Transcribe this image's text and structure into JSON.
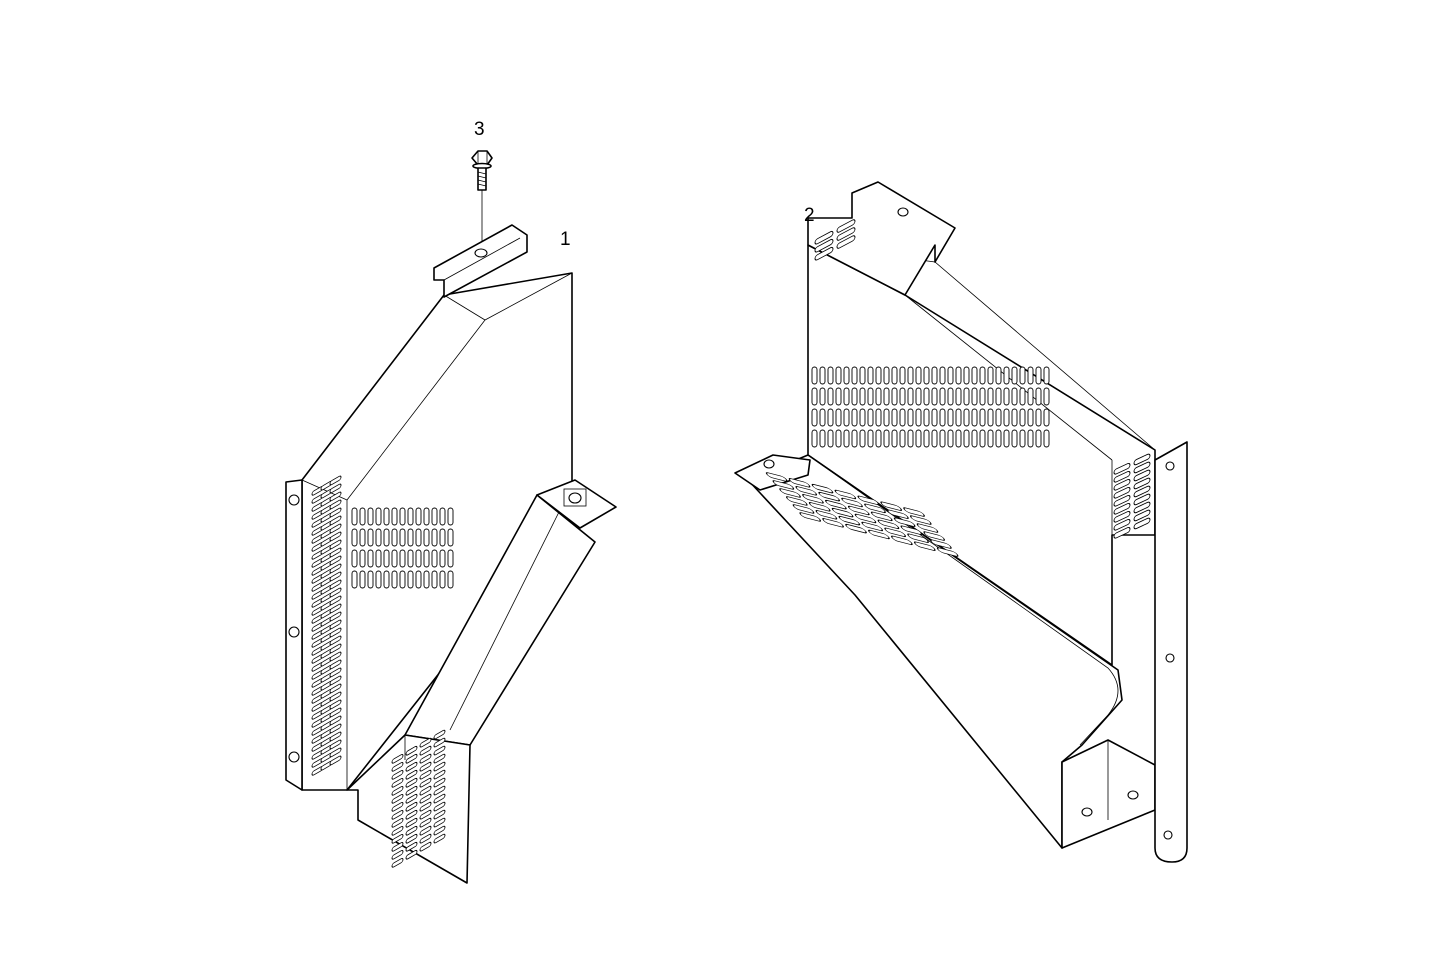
{
  "callouts": {
    "part_1": "1",
    "part_2": "2",
    "part_3": "3"
  },
  "parts": [
    {
      "id": "1",
      "name": "left-duct-shroud",
      "icon": "duct-shroud-icon"
    },
    {
      "id": "2",
      "name": "right-duct-shroud",
      "icon": "duct-shroud-icon"
    },
    {
      "id": "3",
      "name": "flange-bolt",
      "icon": "bolt-icon"
    }
  ],
  "colors": {
    "line": "#000000",
    "background": "#ffffff"
  }
}
